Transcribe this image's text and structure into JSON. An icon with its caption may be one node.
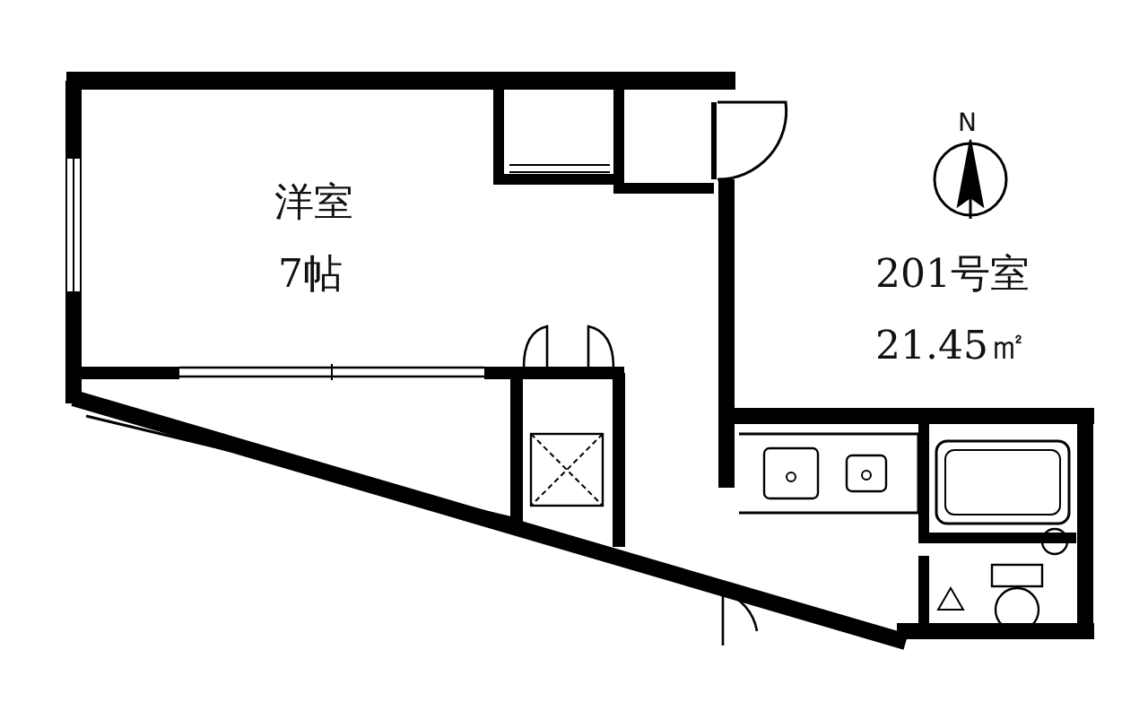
{
  "diagram": {
    "labels": [
      "洋室",
      "7帖",
      "N",
      "201号室",
      "21.45㎡"
    ]
  }
}
